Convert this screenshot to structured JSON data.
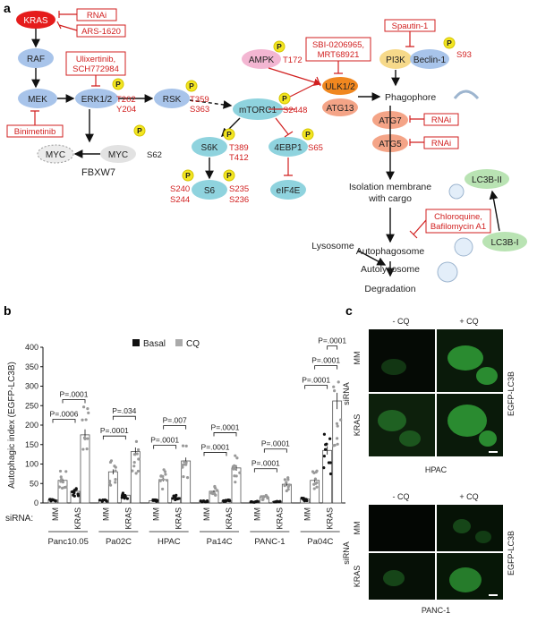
{
  "panel_labels": {
    "a": "a",
    "b": "b",
    "c": "c"
  },
  "pathway": {
    "nodes": {
      "kras": "KRAS",
      "raf": "RAF",
      "mek": "MEK",
      "erk": "ERK1/2",
      "rsk": "RSK",
      "myc_left": "MYC",
      "myc_right": "MYC",
      "fbxw7": "FBXW7",
      "ampk": "AMPK",
      "mtorc1": "mTORC1",
      "s6k": "S6K",
      "s6": "S6",
      "ebp1": "4EBP1",
      "eif4e": "eIF4E",
      "ulk": "ULK1/2",
      "atg13": "ATG13",
      "pi3k": "PI3K",
      "beclin": "Beclin-1",
      "atg7": "ATG7",
      "atg5": "ATG5",
      "lc3b2": "LC3B-II",
      "lc3b1": "LC3B-I"
    },
    "inhibitors": {
      "rnai1": "RNAi",
      "ars": "ARS-1620",
      "ulix1": "Ulixertinib,",
      "ulix2": "SCH772984",
      "bini": "Binimetinib",
      "sbi1": "SBI-0206965,",
      "sbi2": "MRT68921",
      "spautin": "Spautin-1",
      "rnai_atg7": "RNAi",
      "rnai_atg5": "RNAi",
      "cq1": "Chloroquine,",
      "cq2": "Bafilomycin A1"
    },
    "sites": {
      "t202": "T202",
      "y204": "Y204",
      "s62": "S62",
      "t359": "T359",
      "s363": "S363",
      "t172": "T172",
      "s2448": "S2448",
      "t389": "T389",
      "t412": "T412",
      "s240": "S240",
      "s244": "S244",
      "s235": "S235",
      "s236": "S236",
      "s65": "S65",
      "s93": "S93"
    },
    "phospho": "P",
    "stages": {
      "phagophore": "Phagophore",
      "iso1": "Isolation membrane",
      "iso2": "with cargo",
      "autophagosome": "Autophagosome",
      "lysosome": "Lysosome",
      "autolysosome": "Autolysosome",
      "degradation": "Degradation"
    }
  },
  "chart_data": {
    "type": "bar",
    "ylabel": "Autophagic index (EGFP-LC3B)",
    "ylim": [
      0,
      400
    ],
    "yticks": [
      0,
      50,
      100,
      150,
      200,
      250,
      300,
      350,
      400
    ],
    "legend": [
      {
        "name": "Basal",
        "color": "#111111"
      },
      {
        "name": "CQ",
        "color": "#aaaaaa"
      }
    ],
    "legend_position": "top",
    "row_label": "siRNA:",
    "conditions": [
      "MM",
      "KRAS"
    ],
    "cell_lines": [
      "Panc10.05",
      "Pa02C",
      "HPAC",
      "Pa14C",
      "PANC-1",
      "Pa04C"
    ],
    "series": [
      {
        "name": "Basal",
        "values": [
          [
            8,
            30
          ],
          [
            7,
            20
          ],
          [
            6,
            14
          ],
          [
            4,
            6
          ],
          [
            3,
            4
          ],
          [
            10,
            135
          ]
        ]
      },
      {
        "name": "CQ",
        "values": [
          [
            58,
            175
          ],
          [
            80,
            132
          ],
          [
            60,
            108
          ],
          [
            30,
            90
          ],
          [
            15,
            48
          ],
          [
            58,
            262
          ]
        ]
      }
    ],
    "pvalues": [
      {
        "line": "Panc10.05",
        "inner": "P=.0006",
        "outer": "P=.0001"
      },
      {
        "line": "Pa02C",
        "inner": "P=.0001",
        "outer": "P=.034"
      },
      {
        "line": "HPAC",
        "inner": "P=.0001",
        "outer": "P=.007"
      },
      {
        "line": "Pa14C",
        "inner": "P=.0001",
        "outer": "P=.0001"
      },
      {
        "line": "PANC-1",
        "inner": "P=.0001",
        "outer": "P=.0001"
      },
      {
        "line": "Pa04C",
        "inner": "P=.0001",
        "outer": "P=.0001",
        "top": "P=.0001"
      }
    ]
  },
  "micrographs": {
    "top": {
      "col1": "- CQ",
      "col2": "+ CQ",
      "siRNA": "siRNA",
      "row1": "MM",
      "row2": "KRAS",
      "marker": "EGFP-LC3B",
      "cell_line": "HPAC"
    },
    "bottom": {
      "col1": "- CQ",
      "col2": "+ CQ",
      "siRNA": "siRNA",
      "row1": "MM",
      "row2": "KRAS",
      "marker": "EGFP-LC3B",
      "cell_line": "PANC-1"
    }
  }
}
